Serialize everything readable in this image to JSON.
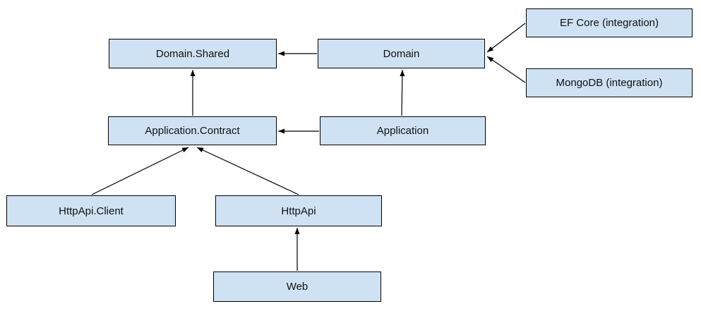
{
  "diagram": {
    "type": "dependency-graph",
    "colors": {
      "node_fill": "#cfe2f3",
      "node_border": "#000000",
      "arrow": "#000000",
      "background": "#ffffff",
      "text": "#111111"
    },
    "nodes": [
      {
        "id": "domain-shared",
        "label": "Domain.Shared"
      },
      {
        "id": "domain",
        "label": "Domain"
      },
      {
        "id": "ef-core",
        "label": "EF Core (integration)"
      },
      {
        "id": "mongodb",
        "label": "MongoDB (integration)"
      },
      {
        "id": "application-contract",
        "label": "Application.Contract"
      },
      {
        "id": "application",
        "label": "Application"
      },
      {
        "id": "httpapi-client",
        "label": "HttpApi.Client"
      },
      {
        "id": "httpapi",
        "label": "HttpApi"
      },
      {
        "id": "web",
        "label": "Web"
      }
    ],
    "edges": [
      {
        "from": "Domain",
        "to": "Domain.Shared"
      },
      {
        "from": "EF Core (integration)",
        "to": "Domain"
      },
      {
        "from": "MongoDB (integration)",
        "to": "Domain"
      },
      {
        "from": "Application.Contract",
        "to": "Domain.Shared"
      },
      {
        "from": "Application",
        "to": "Domain"
      },
      {
        "from": "Application",
        "to": "Application.Contract"
      },
      {
        "from": "HttpApi.Client",
        "to": "Application.Contract"
      },
      {
        "from": "HttpApi",
        "to": "Application.Contract"
      },
      {
        "from": "Web",
        "to": "HttpApi"
      }
    ]
  }
}
